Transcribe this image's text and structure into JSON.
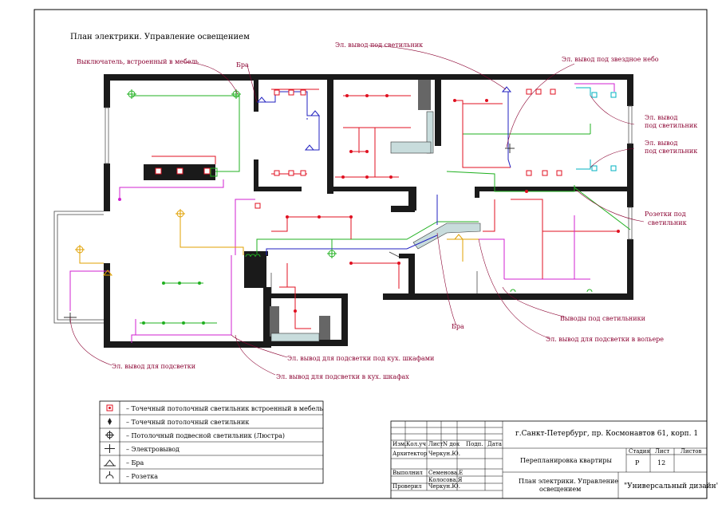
{
  "title": "План электрики. Управление освещением",
  "annotations": {
    "switch_builtin": "Выключатель, встроенный в мебель",
    "bra_top": "Бра",
    "lamp_output_top": "Эл. вывод под светильник",
    "star_sky": "Эл. вывод под звездное небо",
    "lamp_output_r1_a": "Эл. вывод",
    "lamp_output_r1_b": "под светильник",
    "lamp_output_r2_a": "Эл. вывод",
    "lamp_output_r2_b": "под светильник",
    "sockets_a": "Розетки под",
    "sockets_b": "светильник",
    "outputs_lamps": "Выводы под светильники",
    "bra_bottom": "Бра",
    "aviary": "Эл. вывод для подсветки в вольере",
    "kitchen_under": "Эл. вывод для подсветки под кух. шкафами",
    "kitchen_in": "Эл. вывод для подсветки в кух. шкафах",
    "backlight": "Эл. вывод для подсветки"
  },
  "legend": [
    {
      "icon": "recessed-spot-icon",
      "text": "– Точечный потолочный светильник встроенный в мебель"
    },
    {
      "icon": "ceiling-spot-icon",
      "text": "– Точечный потолочный светильник"
    },
    {
      "icon": "chandelier-icon",
      "text": "– Потолочный подвесной светильник (Люстра)"
    },
    {
      "icon": "electric-output-icon",
      "text": "– Электровывод"
    },
    {
      "icon": "wall-lamp-icon",
      "text": "– Бра"
    },
    {
      "icon": "socket-icon",
      "text": "– Розетка"
    }
  ],
  "stamp": {
    "address": "г.Санкт-Петербург, пр. Космонавтов 61, корп. 1",
    "col_izm": "Изм.",
    "col_kol": "Кол.уч",
    "col_list": "Лист",
    "col_ndoc": "N док",
    "col_sign": "Подп.",
    "col_date": "Дата",
    "role_architect": "Архитектор",
    "name_architect": "Черкун.Ю.",
    "role_done": "Выполнил",
    "name_done_1": "Семенова.Е",
    "name_done_2": "Колосова.Я",
    "role_checked": "Проверил",
    "name_checked": "Черкун.Ю.",
    "project": "Перепланировка квартиры",
    "stage_h": "Стадия",
    "sheet_h": "Лист",
    "sheets_h": "Листов",
    "stage": "Р",
    "sheet": "12",
    "sheets": "",
    "drawing_a": "План электрики. Управление",
    "drawing_b": "освещением",
    "company": "\"Универсальный дизайн\""
  },
  "colors": {
    "wall": "#1a1a1a",
    "annotation": "#8a0030",
    "red": "#e01020",
    "green": "#20b020",
    "magenta": "#d020d0",
    "blue": "#2020c0",
    "yellow": "#e0a000",
    "cyan": "#00b0c0",
    "glass": "#c8dcdc"
  }
}
